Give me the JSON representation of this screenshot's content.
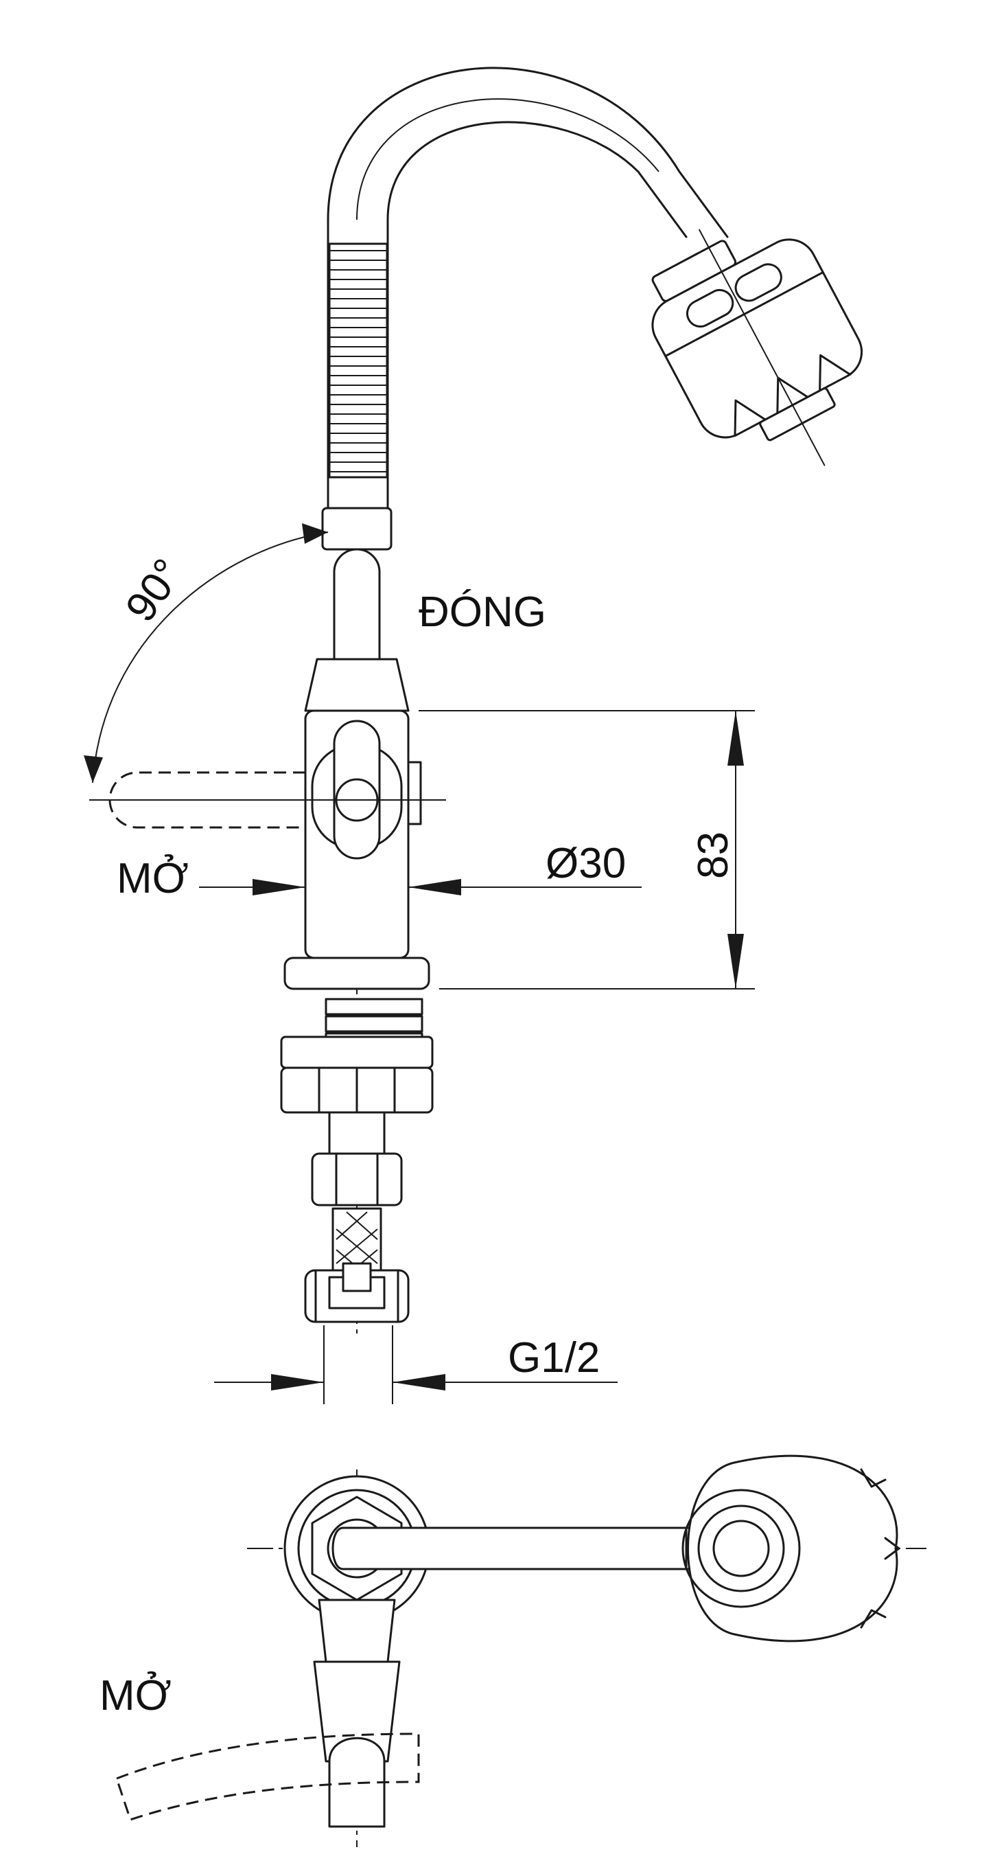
{
  "labels": {
    "closed": "ĐÓNG",
    "open_side": "MỞ",
    "open_top": "MỞ",
    "angle": "90°",
    "diameter": "Ø30",
    "height": "83",
    "thread": "G1/2"
  }
}
